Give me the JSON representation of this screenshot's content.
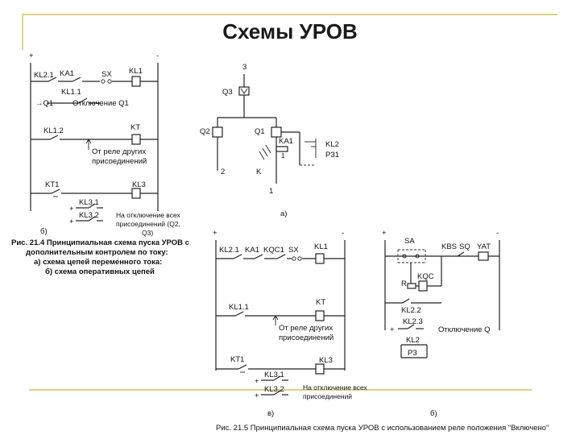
{
  "slide": {
    "title": "Схемы УРОВ"
  },
  "fig214": {
    "plus": "+",
    "minus": "-",
    "kl21": "KL2.1",
    "ka1": "KA1",
    "sx": "SX",
    "kl1": "KL1",
    "kl11": "KL1.1",
    "q1_tap": "→Q1",
    "otkl_q1": "Отключение Q1",
    "kl12": "KL1.2",
    "kt": "KT",
    "ot_rele_1": "От реле  других",
    "ot_rele_2": "присоединений",
    "kt1": "KT1",
    "kl3": "KL3",
    "kl31": "KL3.1",
    "kl32": "KL3.2",
    "pl1": "+",
    "pl2": "+",
    "na_otkl_1": "На отключение всех",
    "na_otkl_2": "присоединений (Q2,",
    "na_otkl_3": "Q3)",
    "sub_b": "б)",
    "cap1": "Рис. 21.4 Принципиальная схема пуска УРОВ с",
    "cap2": "дополнительным контролем по току:",
    "cap3": "а) схема цепей переменного тока:",
    "cap4": "б) схема оперативных цепей"
  },
  "figA": {
    "n3": "3",
    "q3": "Q3",
    "q2": "Q2",
    "q1": "Q1",
    "ka1": "KA1",
    "kl2": "KL2",
    "pz1": "РЗ1",
    "n2": "2",
    "k": "K",
    "n1a": "1",
    "n1b": "1",
    "sub_a": "а)"
  },
  "fig215v": {
    "plus": "+",
    "minus": "-",
    "kl21": "KL2.1",
    "ka1": "KA1",
    "kqc1": "KQC1",
    "sx": "SX",
    "kl1": "KL1",
    "kl11": "KL1.1",
    "kt": "KT",
    "ot_rele_1": "От реле  других",
    "ot_rele_2": "присоединений",
    "kt1": "KT1",
    "kl3": "KL3",
    "kl31": "KL3.1",
    "kl32": "KL3.2",
    "pl1": "+",
    "pl2": "+",
    "na_otkl_1": "На отключение всех",
    "na_otkl_2": "присоединений",
    "sub_v": "в)"
  },
  "fig215b": {
    "plus": "+",
    "minus": "-",
    "sa": "SA",
    "kbs": "KBS",
    "sq": "SQ",
    "yat": "YAT",
    "r": "R",
    "kqc": "KQC",
    "kl22": "KL2.2",
    "kl23": "KL2.3",
    "plus2": "+",
    "otkl_q": "Отключение Q",
    "kl2": "KL2",
    "rz": "РЗ",
    "sub_b": "б)"
  },
  "caption215": "Рис. 21.5 Принципиальная схема пуска УРОВ с использованием реле положения \"Включено\""
}
